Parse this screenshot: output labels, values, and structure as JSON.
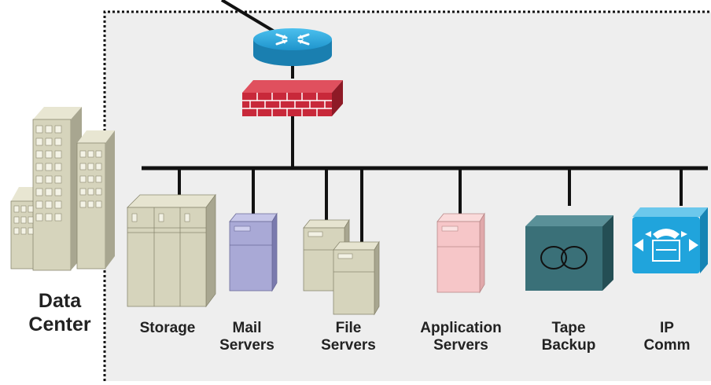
{
  "diagram": {
    "site_label": {
      "line1": "Data",
      "line2": "Center"
    },
    "devices": [
      {
        "id": "storage",
        "line1": "Storage",
        "line2": ""
      },
      {
        "id": "mail",
        "line1": "Mail",
        "line2": "Servers"
      },
      {
        "id": "file",
        "line1": "File",
        "line2": "Servers"
      },
      {
        "id": "app",
        "line1": "Application",
        "line2": "Servers"
      },
      {
        "id": "tape",
        "line1": "Tape",
        "line2": "Backup"
      },
      {
        "id": "ipcomm",
        "line1": "IP",
        "line2": "Comm"
      }
    ],
    "colors": {
      "zone_fill": "#eeeeee",
      "router": "#1ea0d6",
      "firewall": "#c8283a",
      "mail_server": "#a9a9d6",
      "app_server": "#f6c6c8",
      "tape": "#3a7078",
      "ip_comm": "#20a4dc",
      "server_beige": "#d6d4bc",
      "bus": "#222222"
    }
  }
}
